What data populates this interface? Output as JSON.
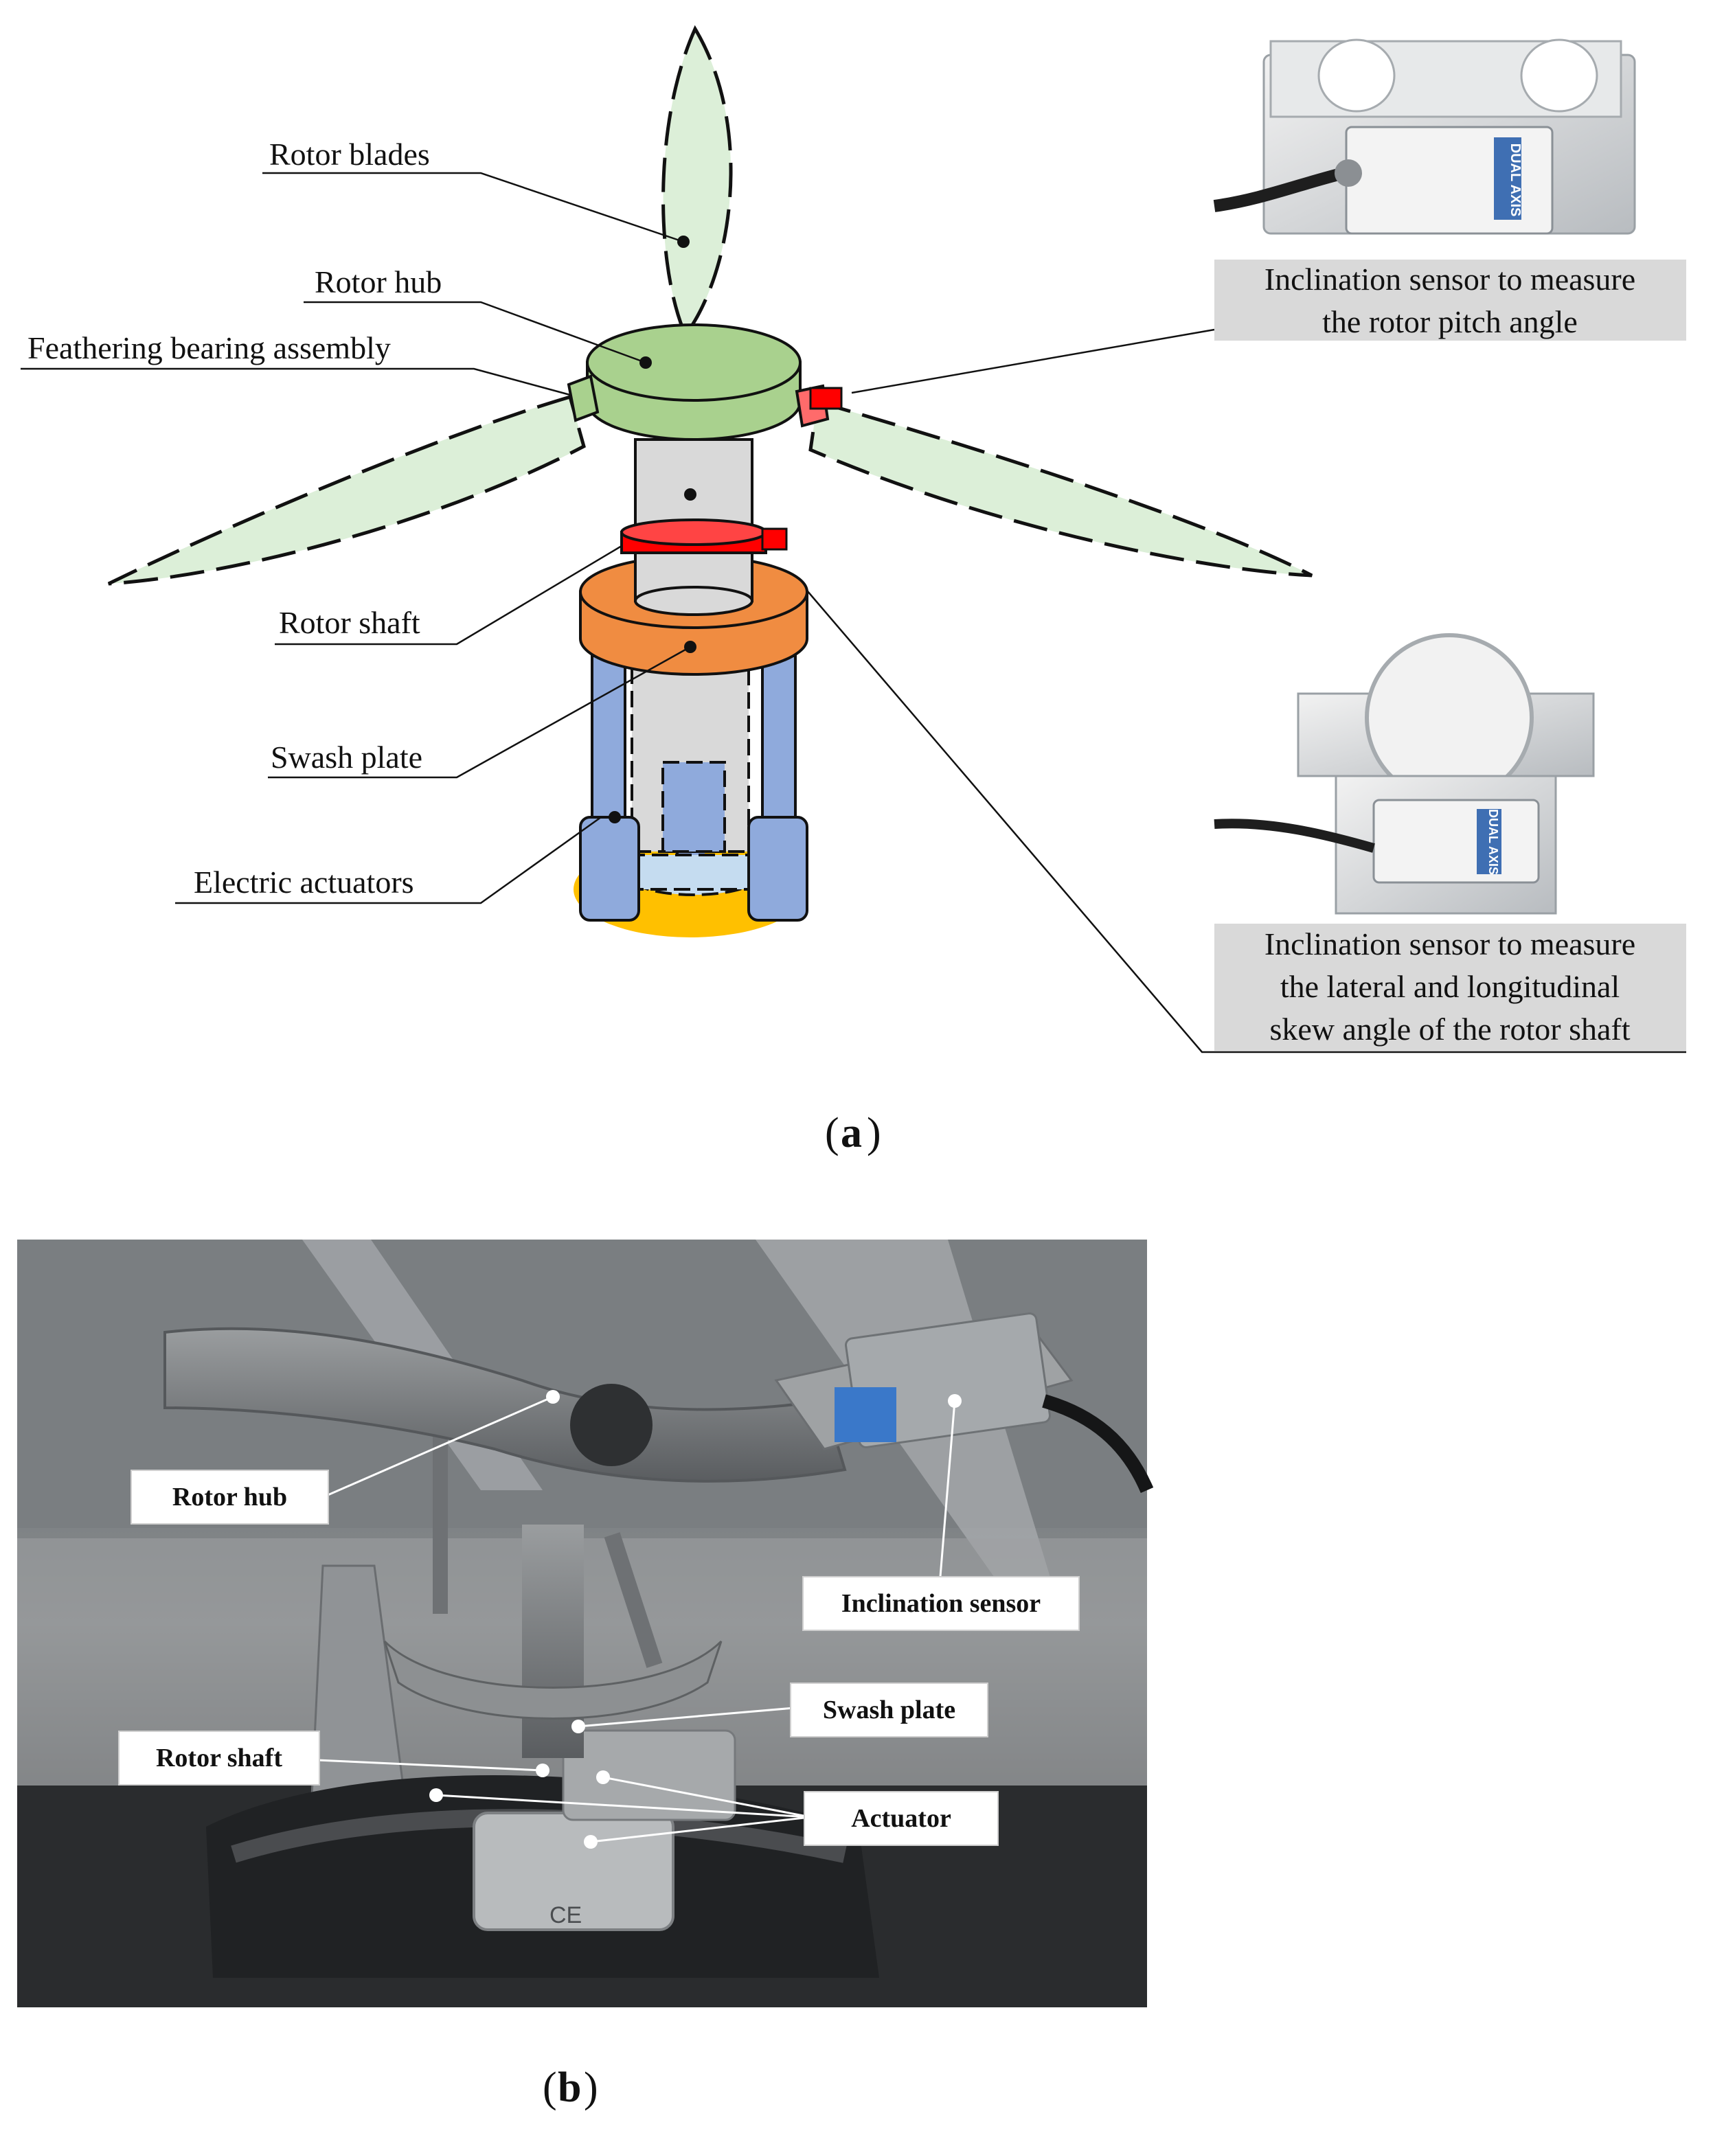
{
  "panel_a": {
    "panel_label": "a",
    "labels": {
      "rotor_blades": "Rotor blades",
      "rotor_hub": "Rotor hub",
      "feathering": "Feathering bearing assembly",
      "rotor_shaft": "Rotor shaft",
      "swash_plate": "Swash plate",
      "electric_actuators": "Electric actuators"
    },
    "sensor_top": {
      "caption_line1": "Inclination sensor to measure",
      "caption_line2": "the rotor pitch angle",
      "device_text": "DUAL AXIS"
    },
    "sensor_bottom": {
      "caption_line1": "Inclination sensor to measure",
      "caption_line2": "the lateral and longitudinal",
      "caption_line3": "skew angle of the rotor shaft",
      "device_text": "DUAL AXIS"
    },
    "colors": {
      "blade_fill": "#dcefd8",
      "hub": "#a9d18e",
      "shaft": "#d9d9d9",
      "clamp": "#ff0000",
      "swash_plate": "#f08c41",
      "actuator": "#8faadc",
      "base": "#ffc000"
    }
  },
  "panel_b": {
    "panel_label": "b",
    "callouts": {
      "rotor_hub": "Rotor hub",
      "inclination_sensor": "Inclination sensor",
      "swash_plate": "Swash plate",
      "rotor_shaft": "Rotor shaft",
      "actuator": "Actuator"
    },
    "device_text": "CE"
  }
}
